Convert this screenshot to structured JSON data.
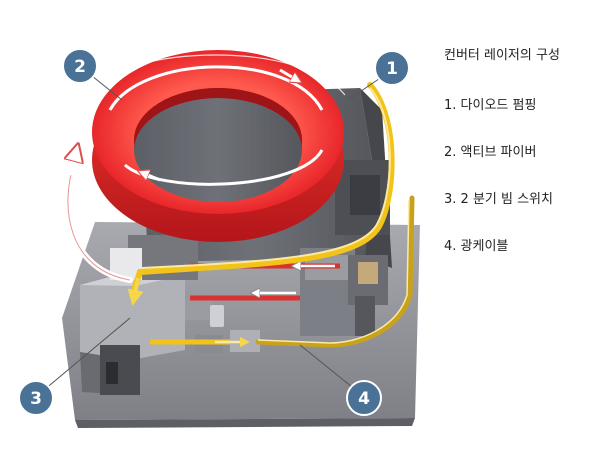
{
  "legend": {
    "title": "컨버터 레이저의 구성",
    "items": [
      "1. 다이오드 펌핑",
      "2. 액티브 파이버",
      "3. 2 분기 빔 스위치",
      "4. 광케이블"
    ]
  },
  "badges": {
    "b1": "1",
    "b2": "2",
    "b3": "3",
    "b4": "4"
  },
  "colors": {
    "badge": "#4a7196",
    "fiber_ring": "#e8262a",
    "beam_yellow": "#f2c318",
    "beam_red": "#d9322f",
    "machine_grey": "#8c8d93"
  }
}
